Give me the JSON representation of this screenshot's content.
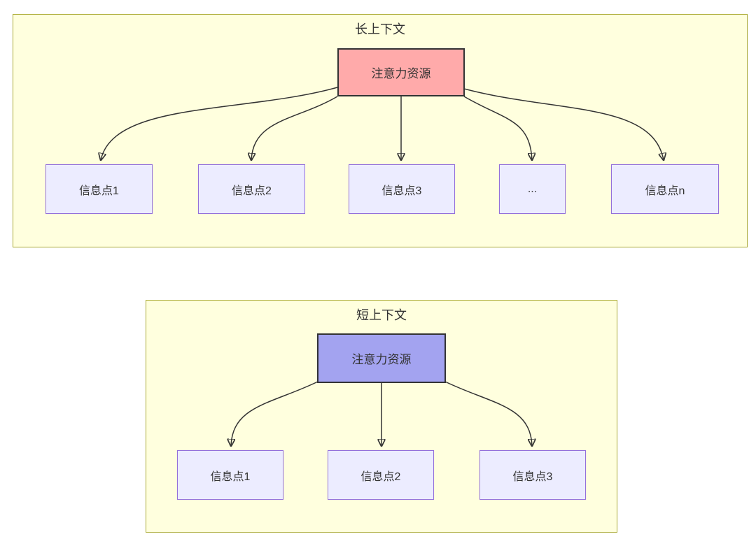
{
  "colors": {
    "page_background": "#ffffff",
    "cluster_fill": "#ffffde",
    "cluster_border": "#aaaa33",
    "node_fill": "#ececff",
    "node_border": "#9370db",
    "long_root_fill": "#ffaaaa",
    "short_root_fill": "#a3a3f0",
    "edge_color": "#333333",
    "text_color": "#333333"
  },
  "long_context": {
    "title": "长上下文",
    "root_label": "注意力资源",
    "nodes": [
      {
        "label": "信息点1"
      },
      {
        "label": "信息点2"
      },
      {
        "label": "信息点3"
      },
      {
        "label": "..."
      },
      {
        "label": "信息点n"
      }
    ]
  },
  "short_context": {
    "title": "短上下文",
    "root_label": "注意力资源",
    "nodes": [
      {
        "label": "信息点1"
      },
      {
        "label": "信息点2"
      },
      {
        "label": "信息点3"
      }
    ]
  }
}
